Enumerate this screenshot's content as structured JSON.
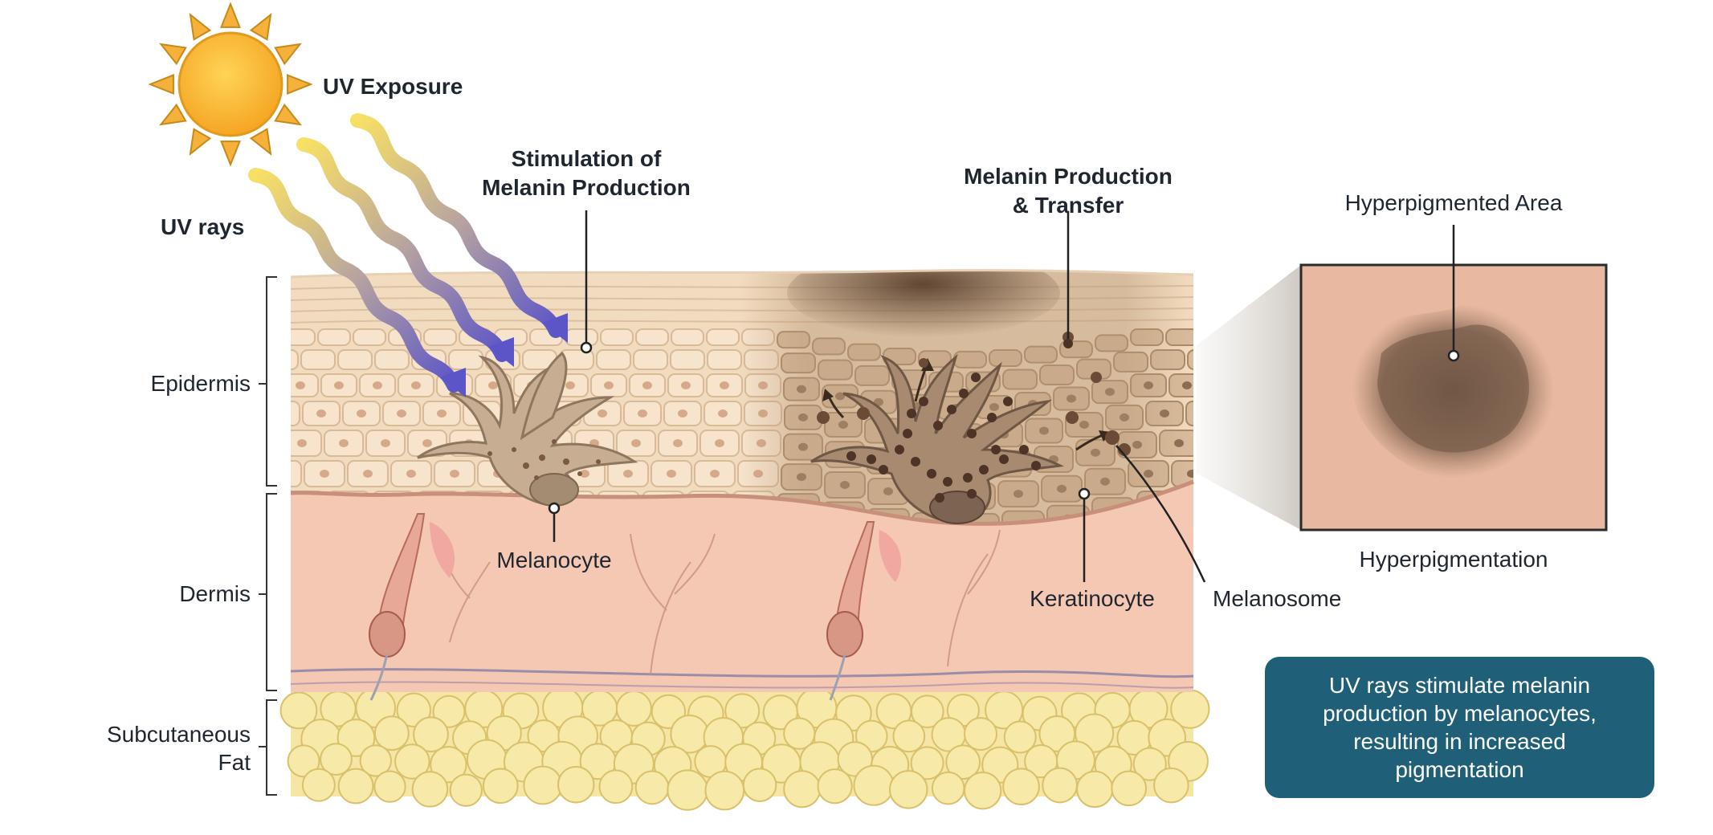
{
  "labels": {
    "uv_exposure": "UV Exposure",
    "uv_rays": "UV rays",
    "stimulation_line1": "Stimulation of",
    "stimulation_line2": "Melanin Production",
    "production_line1": "Melanin Production",
    "production_line2": "& Transfer",
    "hyperpigmented_area": "Hyperpigmented Area",
    "hyperpigmentation": "Hyperpigmentation",
    "melanocyte": "Melanocyte",
    "keratinocyte": "Keratinocyte",
    "melanosome": "Melanosome"
  },
  "layers": {
    "epidermis": "Epidermis",
    "dermis": "Dermis",
    "subcutaneous_line1": "Subcutaneous",
    "subcutaneous_line2": "Fat"
  },
  "summary": "UV rays stimulate melanin\nproduction by melanocytes,\nresulting in increased\npigmentation",
  "colors": {
    "sun": "#f7b529",
    "uv_ray_start": "#f3d24a",
    "uv_ray_end": "#6b5fc9",
    "epidermis": "#f2dcc0",
    "pigmented_epidermis": "#b89676",
    "dermis": "#f5c8b3",
    "fat": "#f6e6a6",
    "summary_box": "#1f5f78"
  },
  "icons": {
    "sun": "sun-icon",
    "uv_ray": "wavy-arrow-icon"
  }
}
